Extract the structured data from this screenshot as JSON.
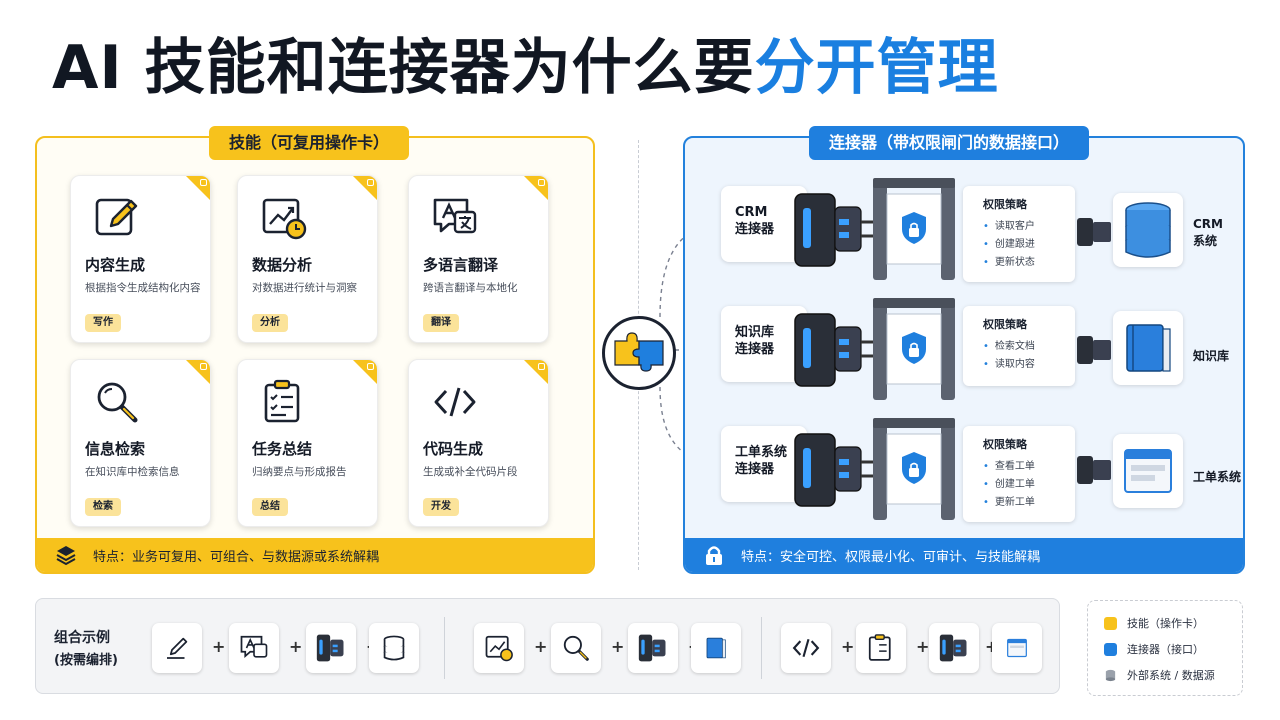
{
  "title": {
    "main": "AI 技能和连接器为什么要",
    "highlight": "分开管理"
  },
  "skills": {
    "header": "技能（可复用操作卡）",
    "cards": [
      {
        "name": "内容生成",
        "desc": "根据指令生成结构化内容",
        "tag": "写作",
        "icon": "pencil-edit-icon"
      },
      {
        "name": "数据分析",
        "desc": "对数据进行统计与洞察",
        "tag": "分析",
        "icon": "chart-clock-icon"
      },
      {
        "name": "多语言翻译",
        "desc": "跨语言翻译与本地化",
        "tag": "翻译",
        "icon": "translate-icon"
      },
      {
        "name": "信息检索",
        "desc": "在知识库中检索信息",
        "tag": "检索",
        "icon": "magnifier-icon"
      },
      {
        "name": "任务总结",
        "desc": "归纳要点与形成报告",
        "tag": "总结",
        "icon": "clipboard-checklist-icon"
      },
      {
        "name": "代码生成",
        "desc": "生成或补全代码片段",
        "tag": "开发",
        "icon": "code-brackets-icon"
      }
    ],
    "feature": "特点：业务可复用、可组合、与数据源或系统解耦"
  },
  "connectors": {
    "header": "连接器（带权限闸门的数据接口）",
    "rows": [
      {
        "label": [
          "CRM",
          "连接器"
        ],
        "policy_title": "权限策略",
        "policies": [
          "读取客户",
          "创建跟进",
          "更新状态"
        ],
        "system": [
          "CRM",
          "系统"
        ],
        "system_icon": "database-icon"
      },
      {
        "label": [
          "知识库",
          "连接器"
        ],
        "policy_title": "权限策略",
        "policies": [
          "检索文档",
          "读取内容"
        ],
        "system": [
          "知识库"
        ],
        "system_icon": "book-icon"
      },
      {
        "label": [
          "工单系统",
          "连接器"
        ],
        "policy_title": "权限策略",
        "policies": [
          "查看工单",
          "创建工单",
          "更新工单"
        ],
        "system": [
          "工单系统"
        ],
        "system_icon": "window-icon"
      }
    ],
    "feature": "特点：安全可控、权限最小化、可审计、与技能解耦"
  },
  "combos": {
    "title": "组合示例",
    "subtitle": "(按需编排)",
    "groups": [
      [
        "pencil-edit-icon",
        "translate-icon",
        "connector-plug-icon",
        "database-icon"
      ],
      [
        "chart-clock-icon",
        "magnifier-icon",
        "connector-plug-icon",
        "book-icon"
      ],
      [
        "code-brackets-icon",
        "clipboard-checklist-icon",
        "connector-plug-icon",
        "window-icon"
      ]
    ],
    "plus": "+"
  },
  "legend": [
    {
      "label": "技能（操作卡）",
      "color": "#f7c21c"
    },
    {
      "label": "连接器（接口）",
      "color": "#1f7fde"
    },
    {
      "label": "外部系统 / 数据源",
      "color": "#9aa1ab"
    }
  ],
  "colors": {
    "skill": "#f7c21c",
    "connector": "#1f7fde",
    "highlight": "#1a7fe0"
  }
}
